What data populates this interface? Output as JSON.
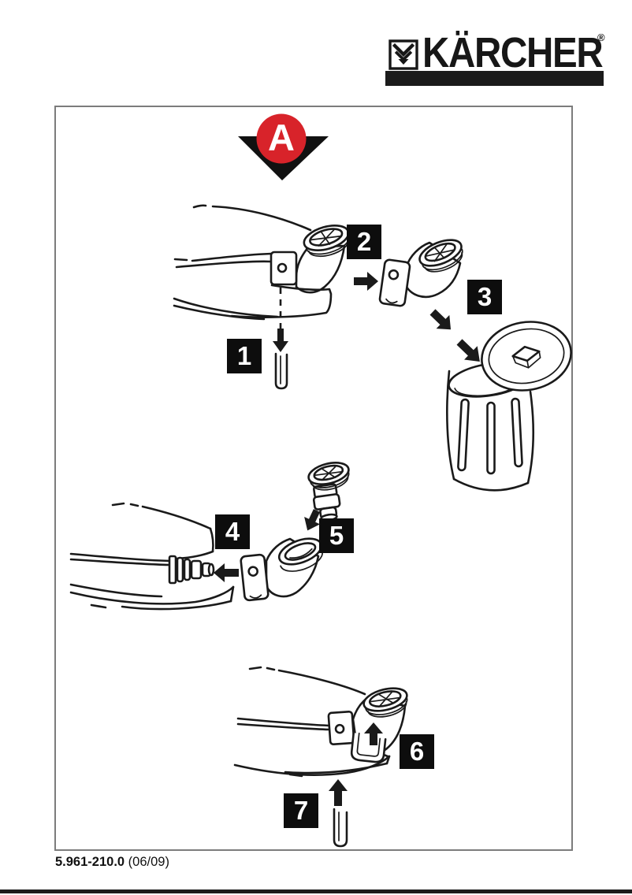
{
  "logo": {
    "brand": "KÄRCHER",
    "registered": "®"
  },
  "badge": {
    "letter": "A"
  },
  "steps": [
    {
      "number": "1"
    },
    {
      "number": "2"
    },
    {
      "number": "3"
    },
    {
      "number": "4"
    },
    {
      "number": "5"
    },
    {
      "number": "6"
    },
    {
      "number": "7"
    }
  ],
  "figures": [
    {
      "icons": [
        "appliance-housing",
        "elbow-connector",
        "securing-pin",
        "down-arrow",
        "right-arrow"
      ],
      "step_refs": [
        "1",
        "2"
      ]
    },
    {
      "icons": [
        "waste-bin",
        "diagonal-arrow"
      ],
      "step_refs": [
        "3"
      ]
    },
    {
      "icons": [
        "appliance-housing",
        "hose-nipple",
        "elbow-connector",
        "adapter-piece",
        "left-arrow",
        "down-arrow"
      ],
      "step_refs": [
        "4",
        "5"
      ]
    },
    {
      "icons": [
        "appliance-housing",
        "elbow-connector",
        "u-clip",
        "securing-pin",
        "up-arrow"
      ],
      "step_refs": [
        "6",
        "7"
      ]
    }
  ],
  "footer": {
    "part_number": "5.961-210.0",
    "revision": "(06/09)"
  },
  "colors": {
    "accent_red": "#d8232a",
    "ink": "#1a1a1a",
    "frame_border": "#7c7c7c"
  }
}
